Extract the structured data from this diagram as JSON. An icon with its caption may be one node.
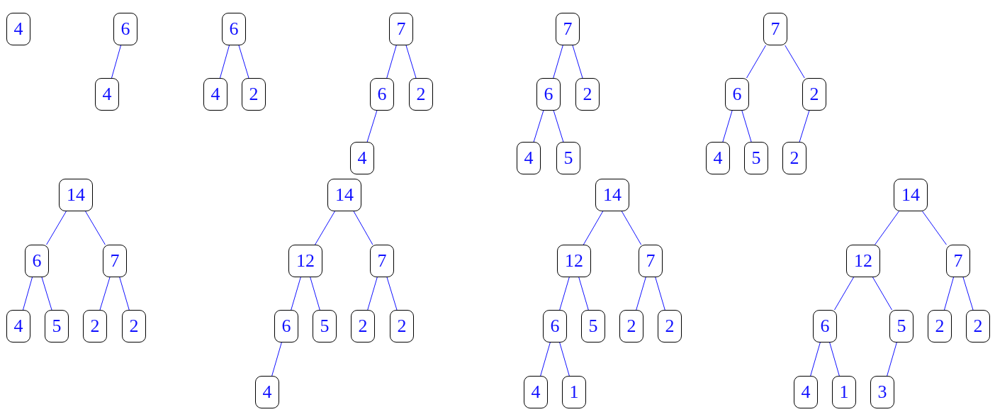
{
  "diagram": {
    "nodes": [
      {
        "text": [
          "4"
        ]
      },
      {
        "text": [
          "6"
        ]
      },
      {
        "text": [
          "4"
        ]
      },
      {
        "text": [
          "6"
        ]
      },
      {
        "text": [
          "4"
        ]
      },
      {
        "text": [
          "2"
        ]
      },
      {
        "text": [
          "7"
        ]
      },
      {
        "text": [
          "6"
        ]
      },
      {
        "text": [
          "2"
        ]
      },
      {
        "text": [
          "4"
        ]
      },
      {
        "text": [
          "7"
        ]
      },
      {
        "text": [
          "6"
        ]
      },
      {
        "text": [
          "2"
        ]
      },
      {
        "text": [
          "4"
        ]
      },
      {
        "text": [
          "5"
        ]
      },
      {
        "text": [
          "7"
        ]
      },
      {
        "text": [
          "6"
        ]
      },
      {
        "text": [
          "2"
        ]
      },
      {
        "text": [
          "4"
        ]
      },
      {
        "text": [
          "5"
        ]
      },
      {
        "text": [
          "2"
        ]
      },
      {
        "text": [
          "14"
        ]
      },
      {
        "text": [
          "6"
        ]
      },
      {
        "text": [
          "7"
        ]
      },
      {
        "text": [
          "4"
        ]
      },
      {
        "text": [
          "5"
        ]
      },
      {
        "text": [
          "2"
        ]
      },
      {
        "text": [
          "2"
        ]
      },
      {
        "text": [
          "14"
        ]
      },
      {
        "text": [
          "12"
        ]
      },
      {
        "text": [
          "7"
        ]
      },
      {
        "text": [
          "6"
        ]
      },
      {
        "text": [
          "5"
        ]
      },
      {
        "text": [
          "2"
        ]
      },
      {
        "text": [
          "2"
        ]
      },
      {
        "text": [
          "4"
        ]
      },
      {
        "text": [
          "14"
        ]
      },
      {
        "text": [
          "12"
        ]
      },
      {
        "text": [
          "7"
        ]
      },
      {
        "text": [
          "6"
        ]
      },
      {
        "text": [
          "5"
        ]
      },
      {
        "text": [
          "2"
        ]
      },
      {
        "text": [
          "2"
        ]
      },
      {
        "text": [
          "4"
        ]
      },
      {
        "text": [
          "1"
        ]
      },
      {
        "text": [
          "14"
        ]
      },
      {
        "text": [
          "12"
        ]
      },
      {
        "text": [
          "7"
        ]
      },
      {
        "text": [
          "6"
        ]
      },
      {
        "text": [
          "5"
        ]
      },
      {
        "text": [
          "2"
        ]
      },
      {
        "text": [
          "2"
        ]
      },
      {
        "text": [
          "4"
        ]
      },
      {
        "text": [
          "1"
        ]
      },
      {
        "text": [
          "3"
        ]
      }
    ],
    "edges": [
      {
        "from": 1,
        "to": 2,
        "arrow": "none"
      },
      {
        "from": 3,
        "to": 4,
        "arrow": "none"
      },
      {
        "from": 3,
        "to": 5,
        "arrow": "none"
      },
      {
        "from": 6,
        "to": 7,
        "arrow": "none"
      },
      {
        "from": 6,
        "to": 8,
        "arrow": "none"
      },
      {
        "from": 7,
        "to": 9,
        "arrow": "none"
      },
      {
        "from": 10,
        "to": 11,
        "arrow": "none"
      },
      {
        "from": 10,
        "to": 12,
        "arrow": "none"
      },
      {
        "from": 11,
        "to": 13,
        "arrow": "none"
      },
      {
        "from": 11,
        "to": 14,
        "arrow": "none"
      },
      {
        "from": 15,
        "to": 16,
        "arrow": "none"
      },
      {
        "from": 15,
        "to": 17,
        "arrow": "none"
      },
      {
        "from": 16,
        "to": 18,
        "arrow": "none"
      },
      {
        "from": 16,
        "to": 19,
        "arrow": "none"
      },
      {
        "from": 17,
        "to": 20,
        "arrow": "none"
      },
      {
        "from": 21,
        "to": 22,
        "arrow": "none"
      },
      {
        "from": 21,
        "to": 23,
        "arrow": "none"
      },
      {
        "from": 22,
        "to": 24,
        "arrow": "none"
      },
      {
        "from": 22,
        "to": 25,
        "arrow": "none"
      },
      {
        "from": 23,
        "to": 26,
        "arrow": "none"
      },
      {
        "from": 23,
        "to": 27,
        "arrow": "none"
      },
      {
        "from": 28,
        "to": 29,
        "arrow": "none"
      },
      {
        "from": 28,
        "to": 30,
        "arrow": "none"
      },
      {
        "from": 29,
        "to": 31,
        "arrow": "none"
      },
      {
        "from": 29,
        "to": 32,
        "arrow": "none"
      },
      {
        "from": 30,
        "to": 33,
        "arrow": "none"
      },
      {
        "from": 30,
        "to": 34,
        "arrow": "none"
      },
      {
        "from": 31,
        "to": 35,
        "arrow": "none"
      },
      {
        "from": 36,
        "to": 37,
        "arrow": "none"
      },
      {
        "from": 36,
        "to": 38,
        "arrow": "none"
      },
      {
        "from": 37,
        "to": 39,
        "arrow": "none"
      },
      {
        "from": 37,
        "to": 40,
        "arrow": "none"
      },
      {
        "from": 38,
        "to": 41,
        "arrow": "none"
      },
      {
        "from": 38,
        "to": 42,
        "arrow": "none"
      },
      {
        "from": 39,
        "to": 43,
        "arrow": "none"
      },
      {
        "from": 39,
        "to": 44,
        "arrow": "none"
      },
      {
        "from": 45,
        "to": 46,
        "arrow": "none"
      },
      {
        "from": 45,
        "to": 47,
        "arrow": "none"
      },
      {
        "from": 46,
        "to": 48,
        "arrow": "none"
      },
      {
        "from": 46,
        "to": 49,
        "arrow": "none"
      },
      {
        "from": 47,
        "to": 50,
        "arrow": "none"
      },
      {
        "from": 47,
        "to": 51,
        "arrow": "none"
      },
      {
        "from": 48,
        "to": 52,
        "arrow": "none"
      },
      {
        "from": 48,
        "to": 53,
        "arrow": "none"
      },
      {
        "from": 49,
        "to": 54,
        "arrow": "none"
      }
    ]
  }
}
